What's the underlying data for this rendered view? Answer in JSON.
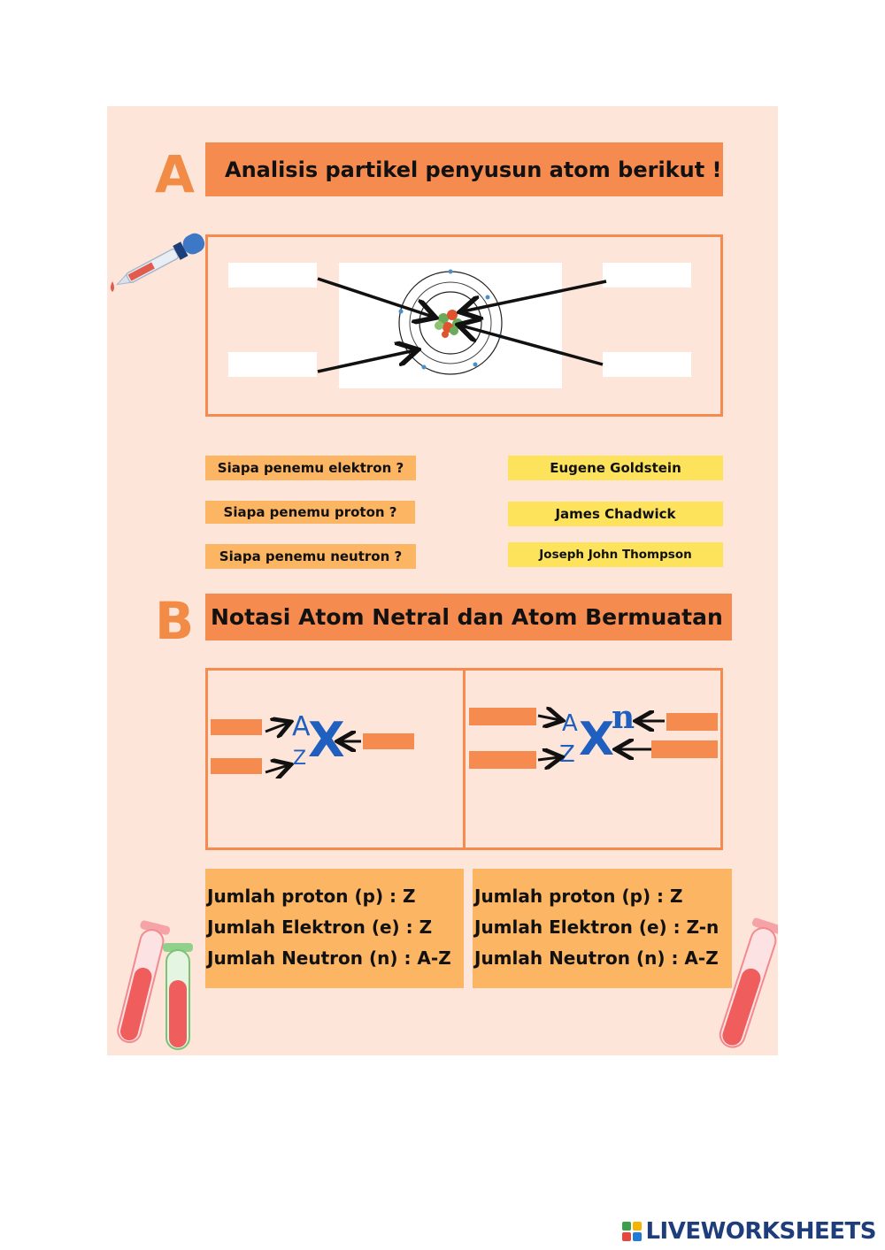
{
  "section_a": {
    "letter": "A",
    "title": "Analisis partikel penyusun atom berikut !"
  },
  "section_b": {
    "letter": "B",
    "title": "Notasi Atom Netral dan Atom Bermuatan"
  },
  "questions": [
    "Siapa penemu elektron ?",
    "Siapa penemu proton ?",
    "Siapa penemu neutron ?"
  ],
  "answers": [
    "Eugene Goldstein",
    "James Chadwick",
    "Joseph John Thompson"
  ],
  "notation": {
    "neutral": {
      "mass": "A",
      "atomic": "Z",
      "symbol": "X"
    },
    "charged": {
      "mass": "A",
      "atomic": "Z",
      "symbol": "X",
      "charge": "n"
    }
  },
  "info_neutral": [
    "Jumlah proton (p) : Z",
    "Jumlah Elektron (e) : Z",
    "Jumlah Neutron (n) : A-Z"
  ],
  "info_charged": [
    "Jumlah proton (p) : Z",
    "Jumlah Elektron (e) : Z-n",
    "Jumlah Neutron (n) : A-Z"
  ],
  "footer": {
    "brand": "LIVEWORKSHEETS"
  },
  "colors": {
    "sheet_bg": "#fde6d9",
    "accent_orange": "#f58b4e",
    "answer_yellow": "#fde35c",
    "info_orange": "#fbb563",
    "symbol_blue": "#1f5fbf"
  }
}
